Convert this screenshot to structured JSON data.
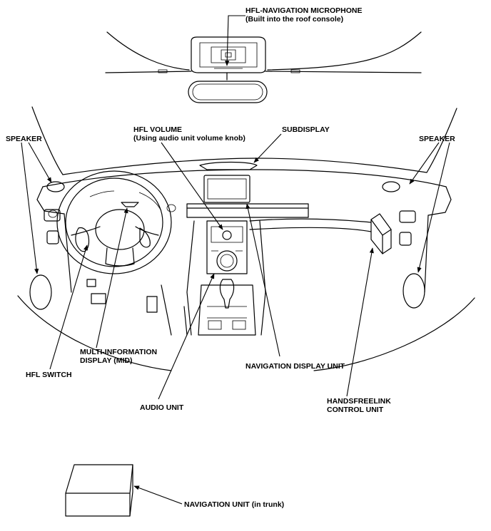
{
  "labels": {
    "hfl_mic_line1": "HFL-NAVIGATION MICROPHONE",
    "hfl_mic_line2": "(Built into the roof console)",
    "speaker_left": "SPEAKER",
    "speaker_right": "SPEAKER",
    "hfl_volume_line1": "HFL VOLUME",
    "hfl_volume_line2": "(Using audio unit volume knob)",
    "subdisplay": "SUBDISPLAY",
    "mid_line1": "MULTI-INFORMATION",
    "mid_line2": "DISPLAY (MID)",
    "hfl_switch": "HFL SWITCH",
    "nav_display_unit": "NAVIGATION DISPLAY UNIT",
    "audio_unit": "AUDIO UNIT",
    "hfl_control_line1": "HANDSFREELINK",
    "hfl_control_line2": "CONTROL UNIT",
    "nav_unit": "NAVIGATION UNIT (in trunk)"
  }
}
